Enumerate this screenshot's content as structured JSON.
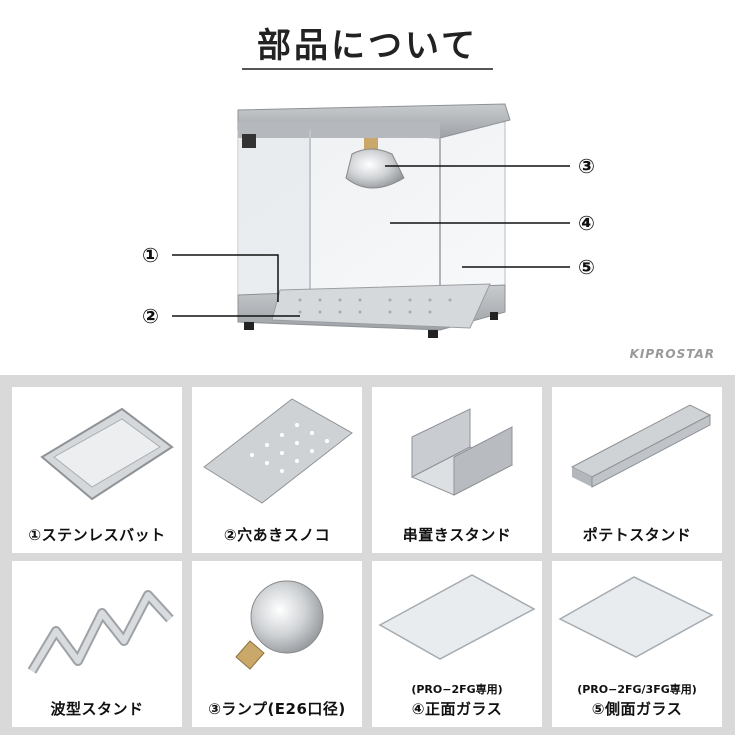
{
  "title": "部品について",
  "callouts": [
    "①",
    "②",
    "③",
    "④",
    "⑤"
  ],
  "brand": "KIPROSTAR",
  "parts": [
    {
      "label": "①ステンレスバット",
      "sublabel": ""
    },
    {
      "label": "②穴あきスノコ",
      "sublabel": ""
    },
    {
      "label": "串置きスタンド",
      "sublabel": ""
    },
    {
      "label": "ポテトスタンド",
      "sublabel": ""
    },
    {
      "label": "波型スタンド",
      "sublabel": ""
    },
    {
      "label": "③ランプ(E26口径)",
      "sublabel": ""
    },
    {
      "label": "④正面ガラス",
      "sublabel": "(PRO−2FG専用)"
    },
    {
      "label": "⑤側面ガラス",
      "sublabel": "(PRO−2FG/3FG専用)"
    }
  ]
}
